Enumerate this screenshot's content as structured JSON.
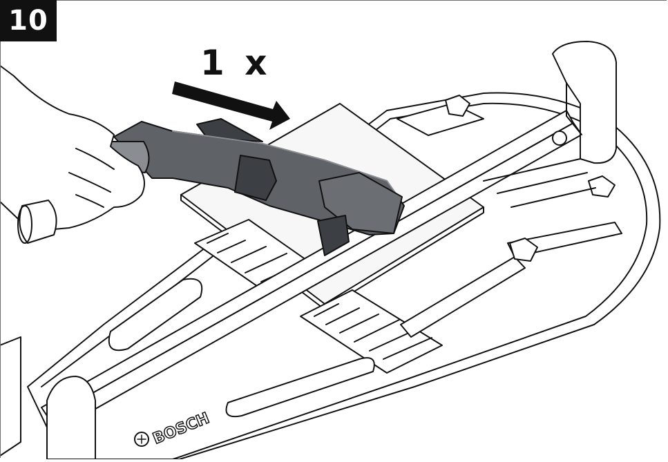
{
  "figure": {
    "step_number": "10",
    "repeat_label": "1 x",
    "brand_label": "BOSCH"
  },
  "colors": {
    "line": "#111111",
    "handle_fill": "#5f6368",
    "handle_dark": "#3c3f43",
    "handle_light": "#8a8d91",
    "tile_fill": "#f4f4f4",
    "background": "#ffffff"
  },
  "icons": [
    "direction-arrow-icon",
    "bosch-logo-icon"
  ]
}
